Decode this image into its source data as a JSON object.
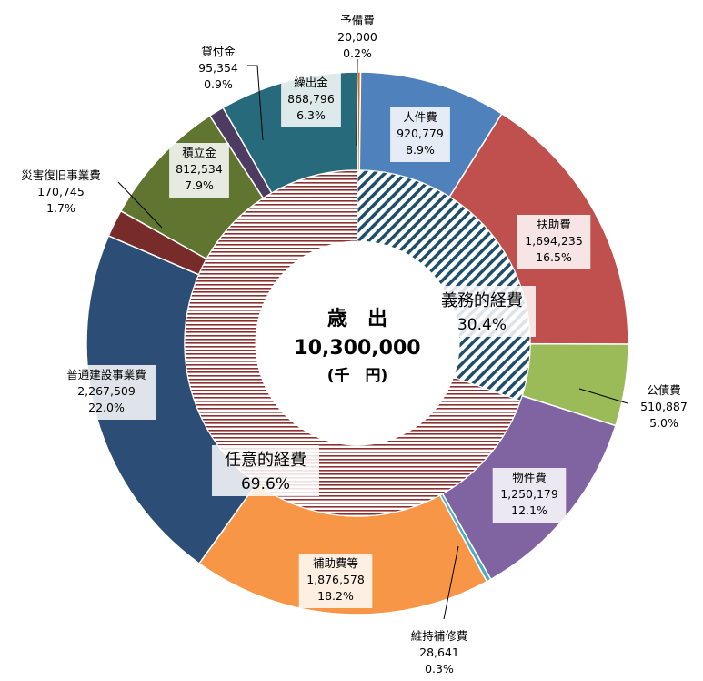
{
  "chart_data": {
    "type": "donut",
    "center": {
      "line1": "歳　出",
      "line2": "10,300,000",
      "line3": "(千　円)"
    },
    "outer": [
      {
        "name": "予備費",
        "value": "20,000",
        "percent": "0.2%",
        "amount": 20000,
        "color": "#e46c0a"
      },
      {
        "name": "人件費",
        "value": "920,779",
        "percent": "8.9%",
        "amount": 920779,
        "color": "#4f81bd"
      },
      {
        "name": "扶助費",
        "value": "1,694,235",
        "percent": "16.5%",
        "amount": 1694235,
        "color": "#c0504d"
      },
      {
        "name": "公債費",
        "value": "510,887",
        "percent": "5.0%",
        "amount": 510887,
        "color": "#9bbb59"
      },
      {
        "name": "物件費",
        "value": "1,250,179",
        "percent": "12.1%",
        "amount": 1250179,
        "color": "#8064a2"
      },
      {
        "name": "維持補修費",
        "value": "28,641",
        "percent": "0.3%",
        "amount": 28641,
        "color": "#4bacc6"
      },
      {
        "name": "補助費等",
        "value": "1,876,578",
        "percent": "18.2%",
        "amount": 1876578,
        "color": "#f79646"
      },
      {
        "name": "普通建設事業費",
        "value": "2,267,509",
        "percent": "22.0%",
        "amount": 2267509,
        "color": "#2c4d75"
      },
      {
        "name": "災害復旧事業費",
        "value": "170,745",
        "percent": "1.7%",
        "amount": 170745,
        "color": "#772c2a"
      },
      {
        "name": "積立金",
        "value": "812,534",
        "percent": "7.9%",
        "amount": 812534,
        "color": "#5f7530"
      },
      {
        "name": "貸付金",
        "value": "95,354",
        "percent": "0.9%",
        "amount": 95354,
        "color": "#4d3b62"
      },
      {
        "name": "繰出金",
        "value": "868,796",
        "percent": "6.3%",
        "amount": 868796,
        "color": "#276a7c"
      }
    ],
    "inner": [
      {
        "name": "義務的経費",
        "percent": "30.4%",
        "fraction": 0.304,
        "pattern": "diagonal",
        "color": "#1f4e6b"
      },
      {
        "name": "任意的経費",
        "percent": "69.6%",
        "fraction": 0.696,
        "pattern": "horizontal",
        "color": "#8b2f2f"
      }
    ]
  }
}
